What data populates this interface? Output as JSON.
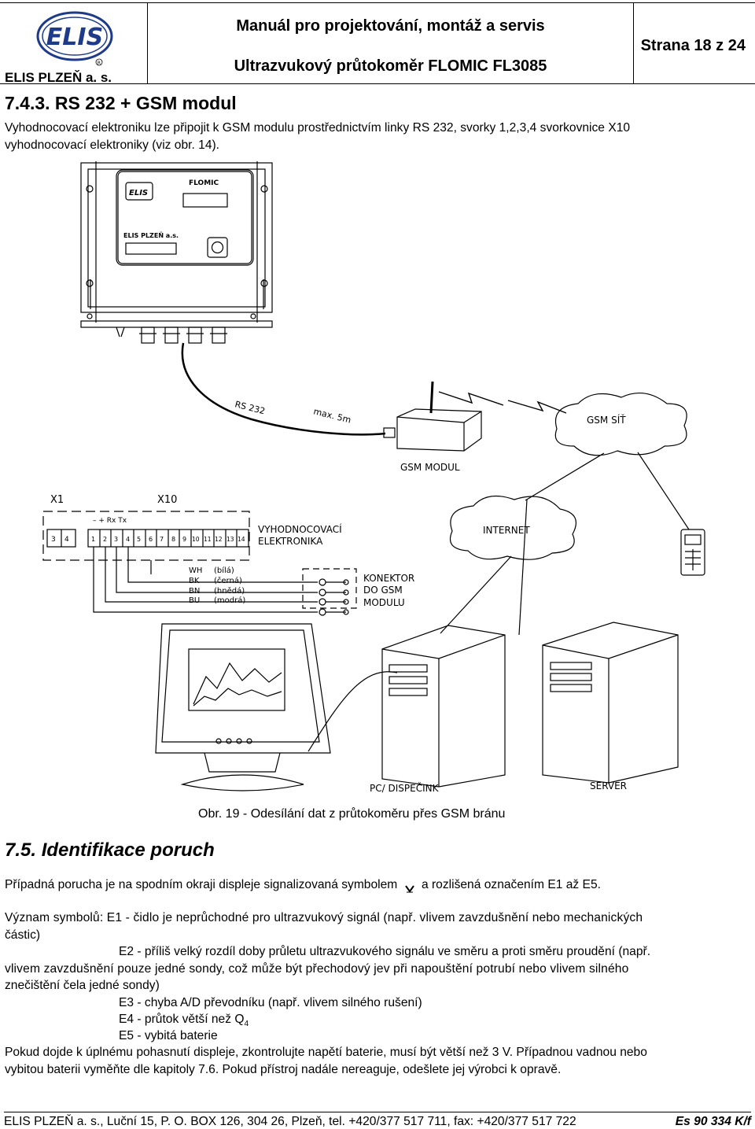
{
  "header": {
    "logo_text": "ELIS",
    "company": "ELIS PLZEŇ a. s.",
    "title": "Manuál pro projektování, montáž a servis",
    "subtitle": "Ultrazvukový průtokoměr FLOMIC FL3085",
    "page": "Strana 18 z 24"
  },
  "section_743": {
    "heading": "7.4.3. RS 232 + GSM modul",
    "para_line1": "Vyhodnocovací elektroniku lze připojit k GSM modulu prostřednictvím linky RS 232, svorky 1,2,3,4 svorkovnice X10",
    "para_line2": "vyhodnocovací elektroniky (viz obr. 14)."
  },
  "figure": {
    "device_brand": "FLOMIC",
    "device_logo": "ELIS",
    "device_company": "ELIS PLZEŇ a.s.",
    "rs232": "RS 232",
    "max_length": "max. 5m",
    "gsm_net": "GSM SÍŤ",
    "gsm_module": "GSM MODUL",
    "x1": "X1",
    "x10": "X10",
    "terminal_labels": "– + Rx Tx",
    "x1_terms": [
      "3",
      "4"
    ],
    "x10_terms": [
      "1",
      "2",
      "3",
      "4",
      "5",
      "6",
      "7",
      "8",
      "9",
      "10",
      "11",
      "12",
      "13",
      "14"
    ],
    "eval_electronics_1": "VYHODNOCOVACÍ",
    "eval_electronics_2": "ELEKTRONIKA",
    "internet": "INTERNET",
    "wires": [
      {
        "code": "WH",
        "name": "(bílá)"
      },
      {
        "code": "BK",
        "name": "(černá)"
      },
      {
        "code": "BN",
        "name": "(hnědá)"
      },
      {
        "code": "BU",
        "name": "(modrá)"
      }
    ],
    "connector_1": "KONEKTOR",
    "connector_2": "DO GSM",
    "connector_3": "MODULU",
    "pc": "PC/ DISPEČINK",
    "server": "SERVER",
    "caption": "Obr. 19 - Odesílání dat z průtokoměru přes GSM bránu"
  },
  "section_75": {
    "heading": "7.5. Identifikace poruch",
    "intro_a": "Případná porucha je na spodním okraji displeje signalizovaná symbolem",
    "intro_b": "a rozlišená označením E1 až E5.",
    "e1_line1": "Význam symbolů: E1 - čidlo je neprůchodné pro ultrazvukový signál (např. vlivem zavzdušnění nebo mechanických",
    "e1_line2": "částic)",
    "e2_line1": "E2 - příliš velký rozdíl doby průletu ultrazvukového signálu ve směru a proti směru proudění (např.",
    "e2_line2": "vlivem zavzdušnění pouze jedné sondy, což může být přechodový jev při napouštění potrubí nebo vlivem silného",
    "e2_line3": "znečištění čela jedné sondy)",
    "e3": "E3 - chyba A/D převodníku (např. vlivem silného rušení)",
    "e4": "E4 - průtok větší než Q",
    "e4_sub": "4",
    "e5": "E5 - vybitá baterie",
    "outro_line1": "Pokud dojde k úplnému pohasnutí displeje, zkontrolujte napětí baterie, musí být větší než 3 V. Případnou vadnou nebo",
    "outro_line2": "vybitou baterii vyměňte dle kapitoly 7.6. Pokud přístroj nadále nereaguje, odešlete jej výrobci k opravě."
  },
  "footer": {
    "address": "ELIS PLZEŇ a. s., Luční 15, P. O. BOX 126, 304 26, Plzeň, tel. +420/377 517 711, fax: +420/377 517 722",
    "doc_code": "Es 90 334 K/f"
  }
}
